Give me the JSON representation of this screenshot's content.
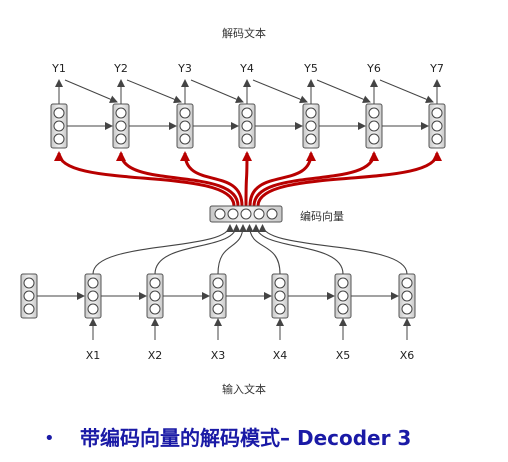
{
  "top_caption": "解码文本",
  "bottom_caption": "输入文本",
  "encoding_label": "编码向量",
  "outputs": [
    "Y1",
    "Y2",
    "Y3",
    "Y4",
    "Y5",
    "Y6",
    "Y7"
  ],
  "inputs": [
    "X1",
    "X2",
    "X3",
    "X4",
    "X5",
    "X6"
  ],
  "slide_title": {
    "bullet": "•",
    "text": "带编码向量的解码模式– Decoder 3"
  },
  "colors": {
    "red_arrow": "#b80000",
    "dark_arrow": "#444444",
    "title_blue": "#1a1aa6"
  }
}
